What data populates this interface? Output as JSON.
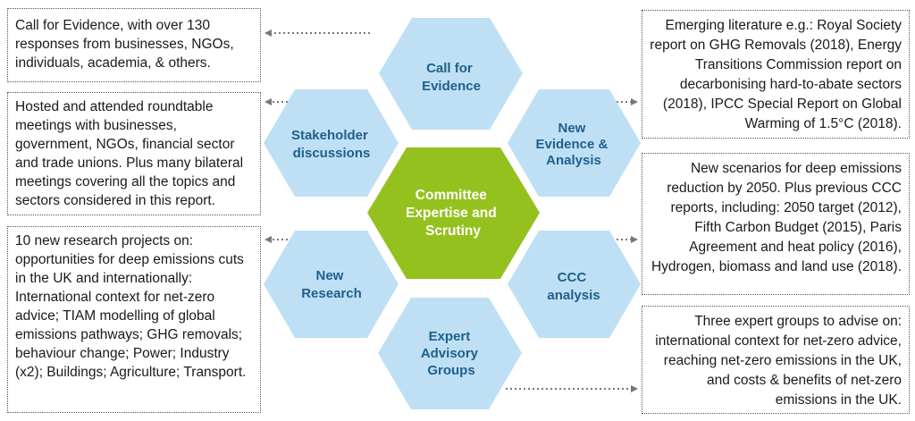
{
  "colors": {
    "hex_blue": "#bfe0f4",
    "hex_blue_text": "#1f5f8b",
    "hex_center": "#95c11f",
    "hex_center_text": "#ffffff",
    "arrow": "#777777"
  },
  "hexes": {
    "call_for_evidence": [
      "Call for",
      "Evidence"
    ],
    "new_evidence": [
      "New",
      "Evidence &",
      "Analysis"
    ],
    "ccc_analysis": [
      "CCC",
      "analysis"
    ],
    "expert_groups": [
      "Expert",
      "Advisory",
      "Groups"
    ],
    "new_research": [
      "New",
      "Research"
    ],
    "stakeholder": [
      "Stakeholder",
      "discussions"
    ],
    "center": [
      "Committee",
      "Expertise and",
      "Scrutiny"
    ]
  },
  "boxes": {
    "call_for_evidence": "Call for Evidence, with over 130 responses from businesses, NGOs, individuals, academia, & others.",
    "stakeholder": "Hosted and attended roundtable meetings with businesses, government, NGOs, financial sector and trade unions. Plus many bilateral meetings covering all the topics and sectors considered in this report.",
    "new_research": "10 new research projects on: opportunities for deep emissions cuts in the UK and internationally: International context for net-zero advice; TIAM modelling of global emissions pathways; GHG removals; behaviour change; Power; Industry (x2); Buildings; Agriculture; Transport.",
    "new_evidence": "Emerging literature e.g.: Royal Society report on GHG Removals (2018), Energy Transitions Commission report on decarbonising hard-to-abate sectors (2018), IPCC Special Report on Global Warming of 1.5°C (2018).",
    "ccc_analysis": "New scenarios for deep emissions reduction by 2050. Plus previous CCC reports, including: 2050 target (2012), Fifth Carbon Budget (2015), Paris Agreement and heat policy (2016), Hydrogen, biomass and land use (2018).",
    "expert_groups": "Three expert groups to advise on: international context for net-zero advice, reaching net-zero emissions in the UK, and costs & benefits of net-zero emissions in the UK."
  }
}
